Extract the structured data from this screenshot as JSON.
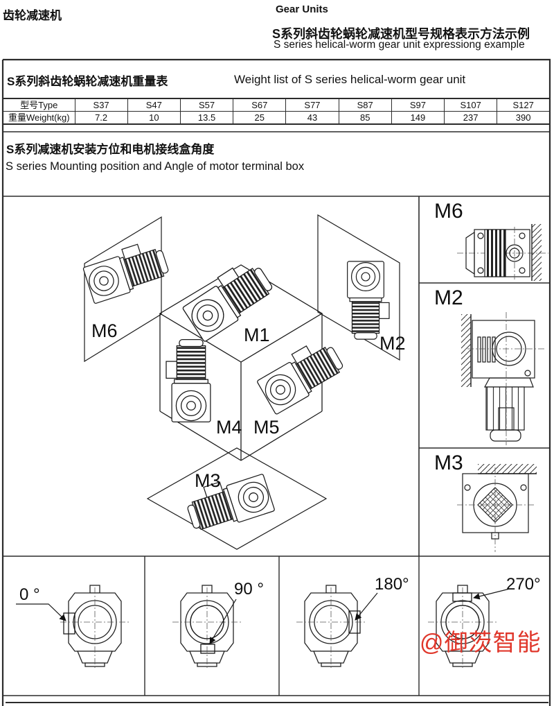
{
  "header": {
    "title_zh": "齿轮减速机",
    "title_en": "Gear Units",
    "subtitle_zh": "S系列斜齿轮蜗轮减速机型号规格表示方法示例",
    "subtitle_en": "S series helical-worm gear unit expressiong example"
  },
  "weight_table": {
    "title_zh": "S系列斜齿轮蜗轮减速机重量表",
    "title_en": "Weight list of S series helical-worm gear unit",
    "type_label": "型号Type",
    "weight_label": "重量Weight(kg)",
    "models": [
      "S37",
      "S47",
      "S57",
      "S67",
      "S77",
      "S87",
      "S97",
      "S107",
      "S127"
    ],
    "weights": [
      "7.2",
      "10",
      "13.5",
      "25",
      "43",
      "85",
      "149",
      "237",
      "390"
    ]
  },
  "mounting_section": {
    "title_zh": "S系列减速机安装方位和电机接线盒角度",
    "title_en": "S series Mounting  position and Angle of motor terminal box"
  },
  "isometric_labels": {
    "m1": "M1",
    "m2": "M2",
    "m3": "M3",
    "m4": "M4",
    "m5": "M5",
    "m6": "M6"
  },
  "side_panels": {
    "top": "M6",
    "middle": "M2",
    "bottom": "M3"
  },
  "angle_panels": {
    "deg0": "0 °",
    "deg90": "90 °",
    "deg180": "180°",
    "deg270": "270°"
  },
  "watermark": {
    "text": "@御茨智能",
    "color": "#e0372b"
  },
  "colors": {
    "line": "#1a1a1a",
    "border": "#2b2b2b"
  }
}
